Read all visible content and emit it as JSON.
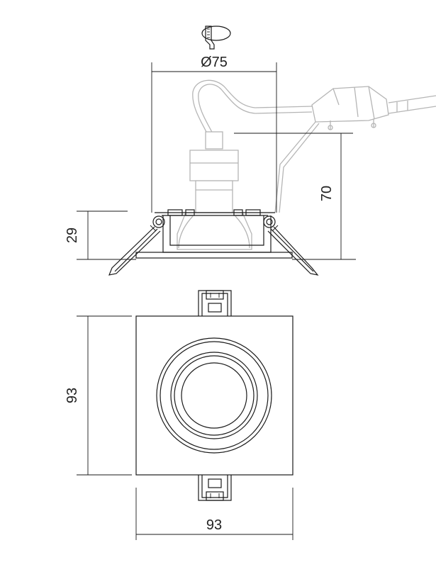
{
  "colors": {
    "outline": "#1a1a1a",
    "ghost_parts": "#b5b5b5",
    "background": "#ffffff"
  },
  "icons": {
    "cutout_tool": "hole-saw-icon"
  },
  "dimensions": {
    "cutout_diameter": "Ø75",
    "recess_depth": "70",
    "frame_height": "29",
    "frame_height_side": "93",
    "frame_width": "93"
  }
}
